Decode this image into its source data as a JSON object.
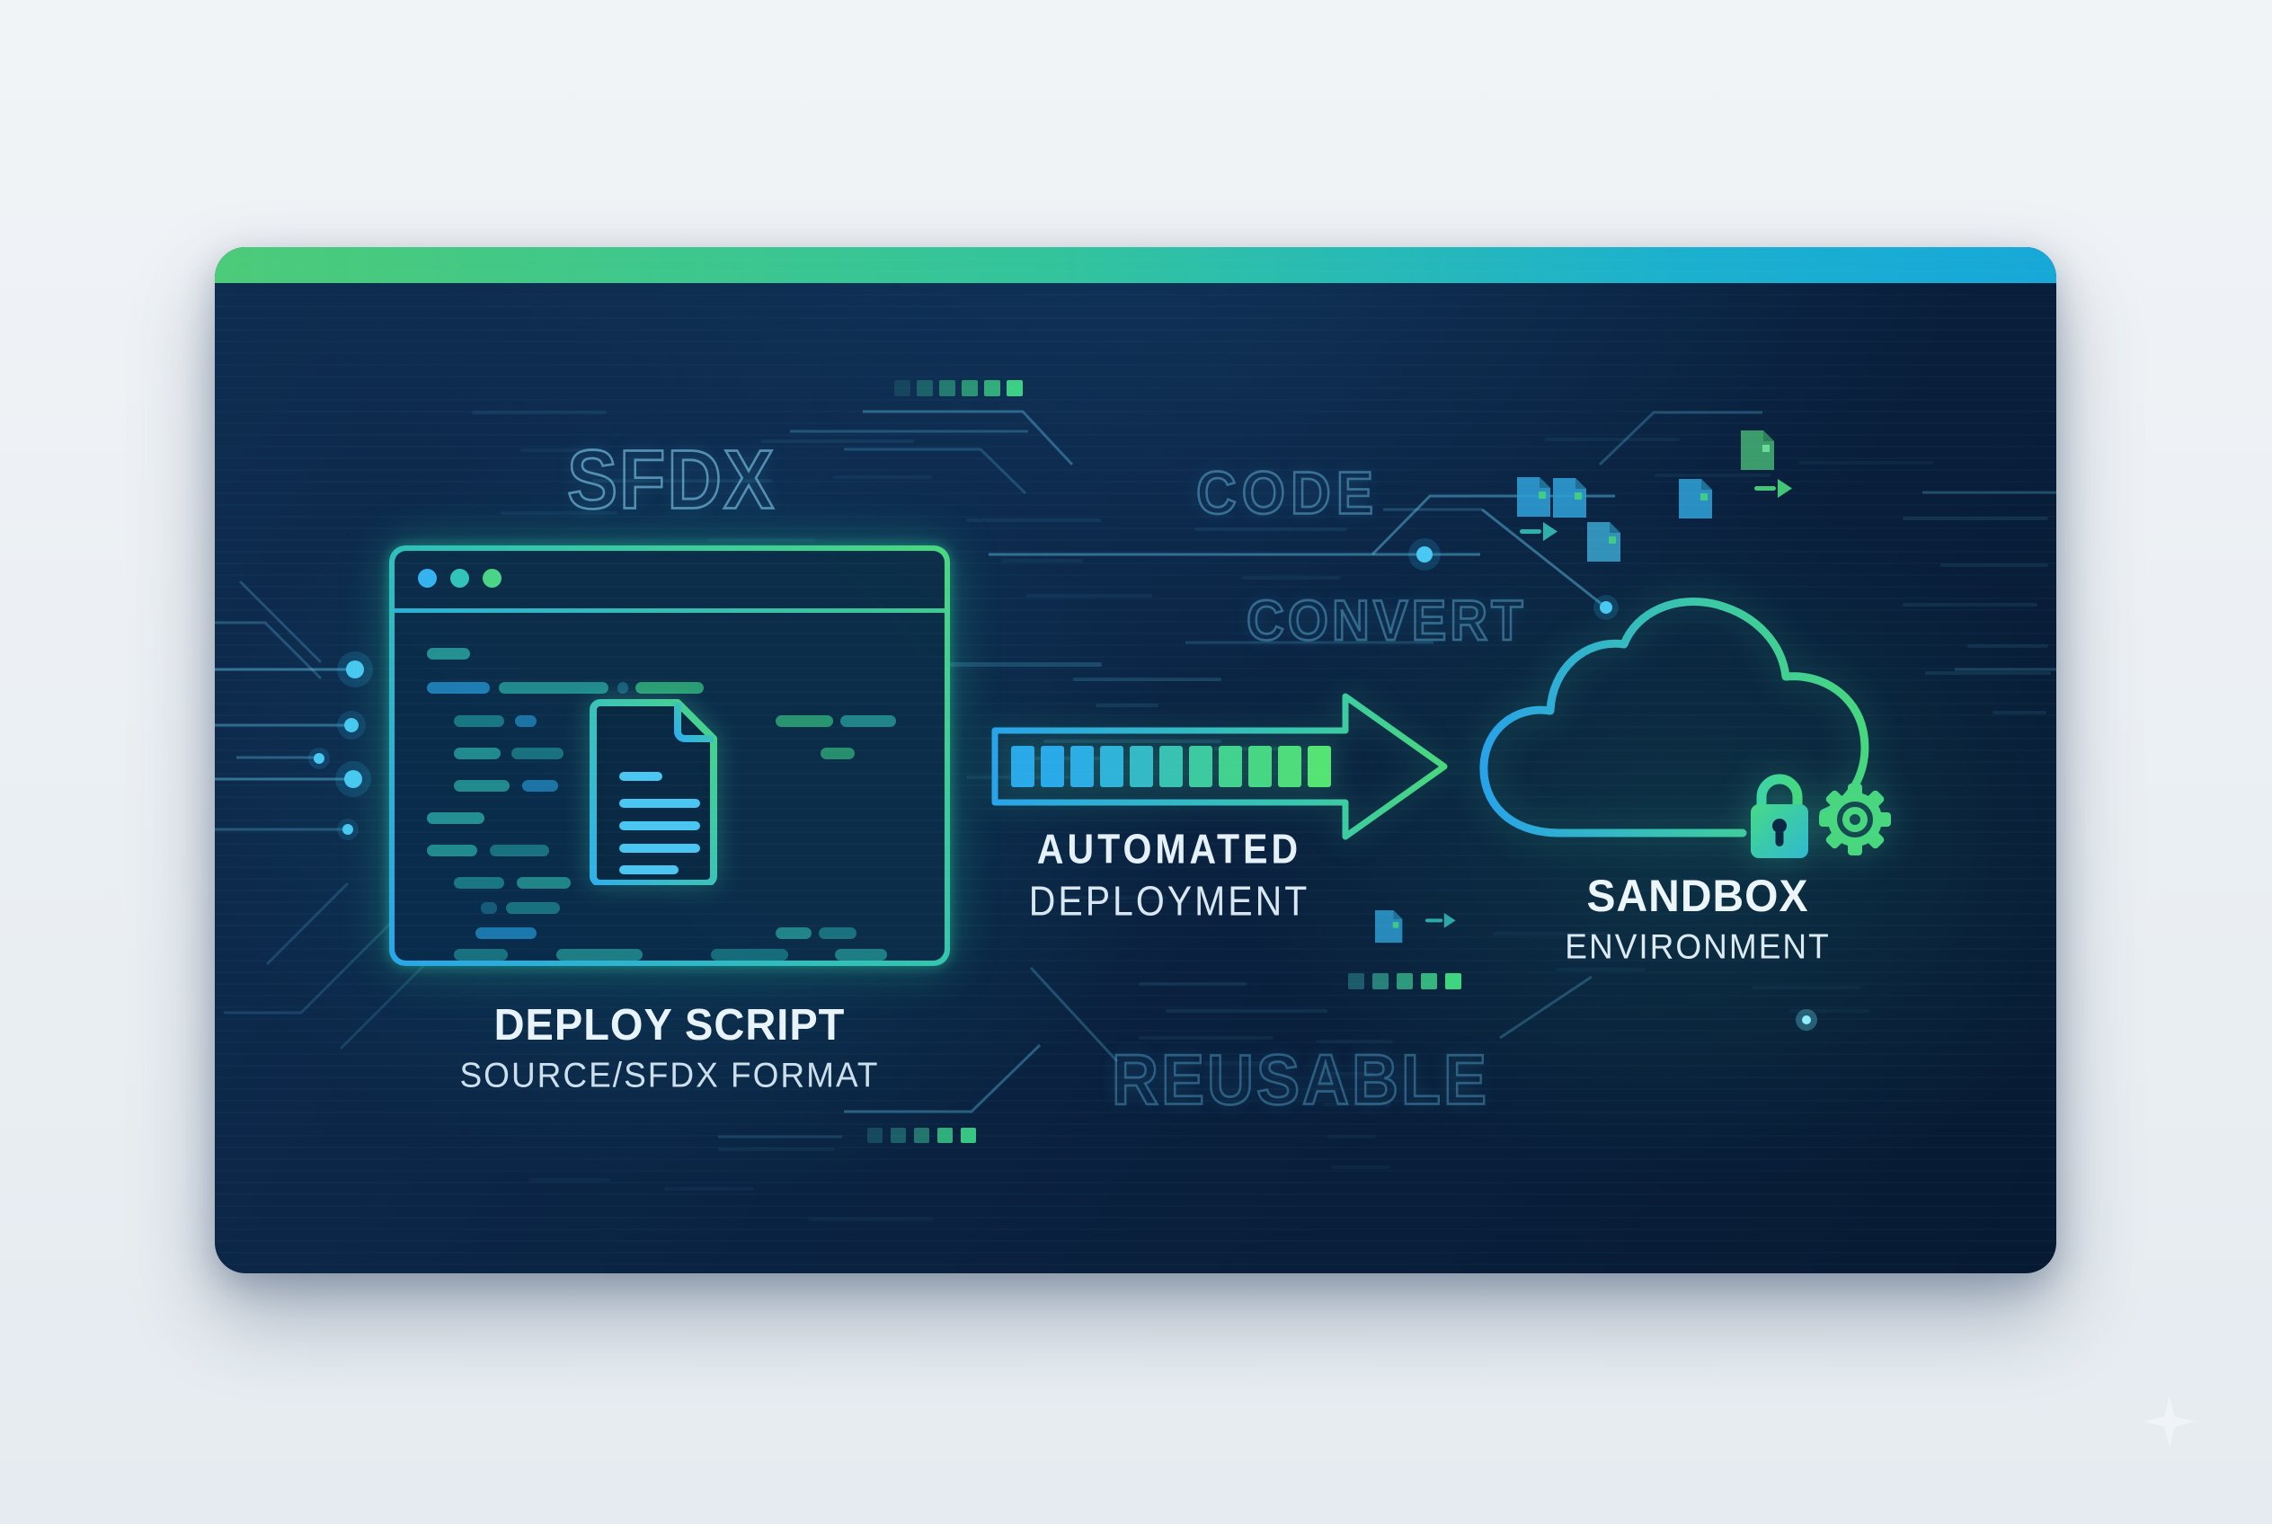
{
  "background_words": {
    "sfdx": "SFDX",
    "code": "CODE",
    "convert": "CONVERT",
    "reusable": "REUSABLE"
  },
  "editor": {
    "title": "DEPLOY SCRIPT",
    "subtitle": "SOURCE/SFDX FORMAT",
    "window_control_dots": [
      "#35b3ef",
      "#32c4bb",
      "#49d487"
    ],
    "icons": [
      "code-editor-window-icon",
      "document-icon"
    ]
  },
  "flow": {
    "line1": "AUTOMATED",
    "line2": "DEPLOYMENT",
    "icons": [
      "progress-arrow-icon"
    ],
    "progress_segments": [
      "#2aa9e9",
      "#2aa9e9",
      "#2cade4",
      "#2fb3d8",
      "#33bac6",
      "#38c2b2",
      "#3dca9f",
      "#42d18f",
      "#47d784",
      "#4edc7c",
      "#55e474"
    ]
  },
  "cloud": {
    "title": "SANDBOX",
    "subtitle": "ENVIRONMENT",
    "icons": [
      "cloud-icon",
      "lock-icon",
      "gear-icon"
    ]
  },
  "decor": {
    "icons": [
      "circuit-trace",
      "node-dot",
      "pixel-squares",
      "file-icon",
      "transfer-arrow-icon",
      "sparkle-icon"
    ]
  },
  "colors": {
    "page_bg": "#eceff3",
    "card_bg": "#0a2444",
    "accent_green": "#4ccb79",
    "accent_cyan": "#18a9d8",
    "accent_blue": "#2aa7e9",
    "neon_green": "#49d77e",
    "outline_text_blue": "#6fb9de",
    "label_white": "#e9f4fa"
  }
}
